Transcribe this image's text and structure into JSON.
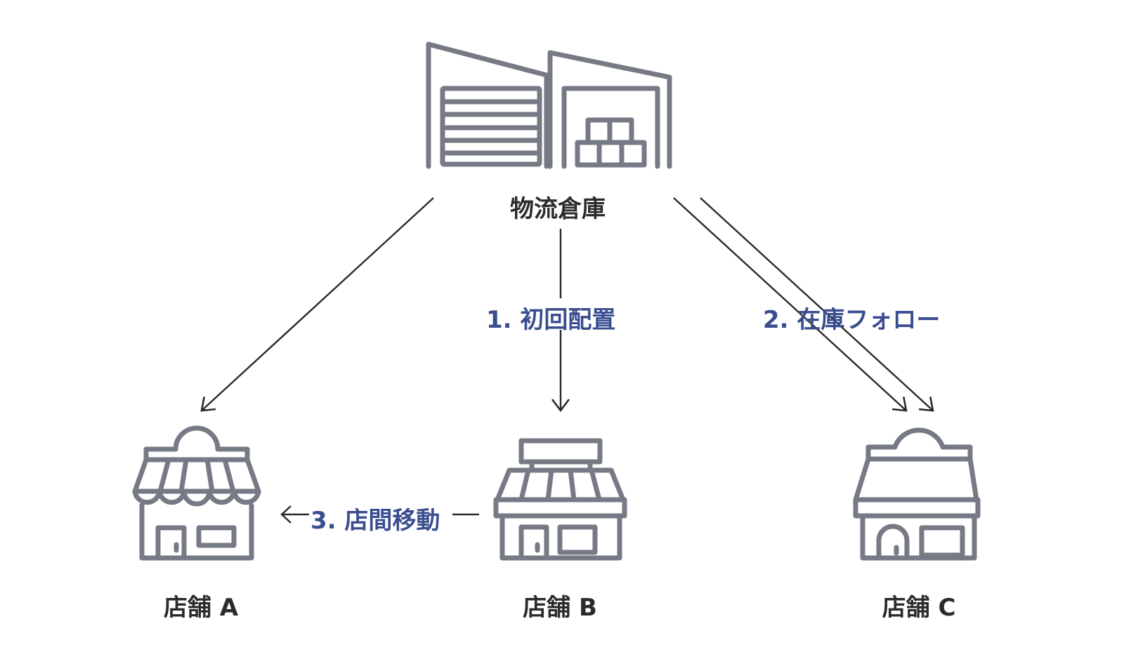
{
  "diagram": {
    "colors": {
      "icon": "#767a84",
      "arrow": "#2a2a2a",
      "node_text": "#2b2b2b",
      "step_text": "#3a4d8f"
    },
    "nodes": {
      "warehouse": {
        "label": "物流倉庫",
        "icon": "warehouse-icon"
      },
      "store_a": {
        "label": "店舗 A",
        "icon": "store-awning-scalloped-icon"
      },
      "store_b": {
        "label": "店舗 B",
        "icon": "store-signboard-icon"
      },
      "store_c": {
        "label": "店舗 C",
        "icon": "store-dome-icon"
      }
    },
    "steps": {
      "step1": {
        "label": "1. 初回配置",
        "from": "物流倉庫",
        "to": [
          "店舗 A",
          "店舗 B",
          "店舗 C"
        ]
      },
      "step2": {
        "label": "2. 在庫フォロー",
        "from": "物流倉庫",
        "to": [
          "店舗 C"
        ]
      },
      "step3": {
        "label": "3. 店間移動",
        "from": "店舗 B",
        "to": [
          "店舗 A"
        ]
      }
    }
  }
}
